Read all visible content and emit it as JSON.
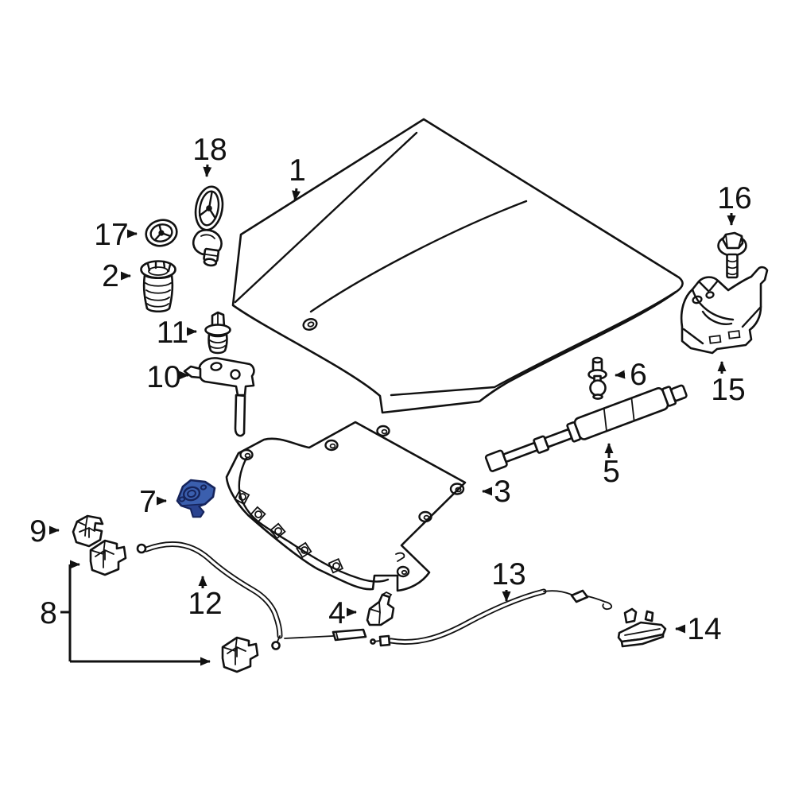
{
  "diagram": {
    "background": "#ffffff",
    "line_color": "#111111",
    "highlight": {
      "fill": "#3b5fae",
      "stroke": "#16245b",
      "shade": "#2a438f"
    },
    "callouts": [
      {
        "id": "1",
        "label": "1"
      },
      {
        "id": "2",
        "label": "2"
      },
      {
        "id": "3",
        "label": "3"
      },
      {
        "id": "4",
        "label": "4"
      },
      {
        "id": "5",
        "label": "5"
      },
      {
        "id": "6",
        "label": "6"
      },
      {
        "id": "7",
        "label": "7"
      },
      {
        "id": "8",
        "label": "8"
      },
      {
        "id": "9",
        "label": "9"
      },
      {
        "id": "10",
        "label": "10"
      },
      {
        "id": "11",
        "label": "11"
      },
      {
        "id": "12",
        "label": "12"
      },
      {
        "id": "13",
        "label": "13"
      },
      {
        "id": "14",
        "label": "14"
      },
      {
        "id": "15",
        "label": "15"
      },
      {
        "id": "16",
        "label": "16"
      },
      {
        "id": "17",
        "label": "17"
      },
      {
        "id": "18",
        "label": "18"
      }
    ]
  }
}
